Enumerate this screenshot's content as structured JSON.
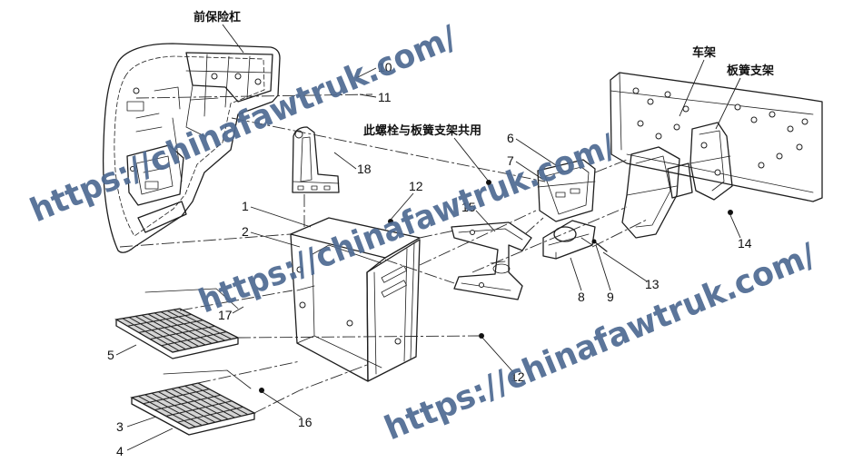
{
  "diagram": {
    "labels": {
      "front_bumper": "前保险杠",
      "frame": "车架",
      "leaf_spring_bracket": "板簧支架",
      "shared_bolt_note": "此螺栓与板簧支架共用"
    },
    "callouts": {
      "n1": "1",
      "n2": "2",
      "n3": "3",
      "n4": "4",
      "n5": "5",
      "n6": "6",
      "n7": "7",
      "n8": "8",
      "n9": "9",
      "n10": "10",
      "n11": "11",
      "n12_upper": "12",
      "n12_lower": "12",
      "n13": "13",
      "n14": "14",
      "n15": "15",
      "n16": "16",
      "n17": "17",
      "n18": "18"
    }
  },
  "watermark": {
    "text": "https://chinafawtruk.com/"
  },
  "colors": {
    "line": "#1e1e1e",
    "watermark": "#4e6a92",
    "background": "#ffffff"
  }
}
